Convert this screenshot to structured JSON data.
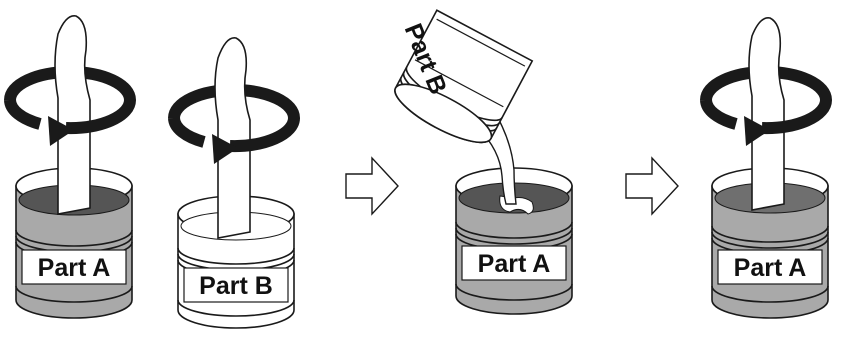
{
  "labels": {
    "jar1": "Part A",
    "jar2": "Part B",
    "pour_jar": "Part B",
    "jar3": "Part A",
    "jar4": "Part A"
  },
  "colors": {
    "jar_a_body": "#a9a9a9",
    "jar_b_body": "#ffffff",
    "resin_a": "#555555",
    "resin_mixed": "#6f6f6f",
    "arrow": "#1a1a1a",
    "outline": "#1a1a1a"
  },
  "icons": [
    "stir-arrow-icon",
    "spatula-icon",
    "next-step-arrow-icon",
    "pour-stream-icon"
  ]
}
